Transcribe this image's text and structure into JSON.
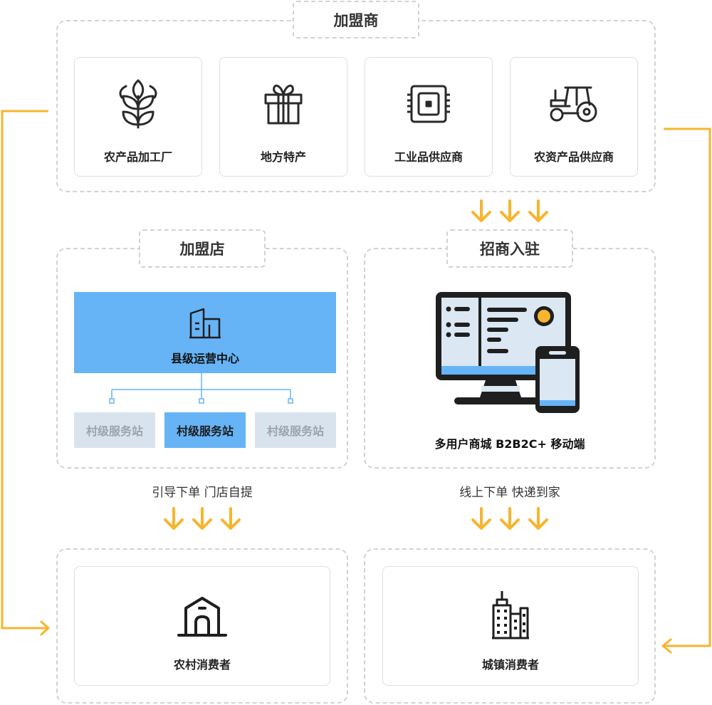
{
  "franchisees": {
    "title": "加盟商",
    "items": [
      {
        "label": "农产品加工厂",
        "icon": "wheat-icon"
      },
      {
        "label": "地方特产",
        "icon": "gift-icon"
      },
      {
        "label": "工业品供应商",
        "icon": "chip-icon"
      },
      {
        "label": "农资产品供应商",
        "icon": "tractor-icon"
      }
    ]
  },
  "franchise_store": {
    "title": "加盟店",
    "hub": {
      "label": "县级运营中心",
      "icon": "building-icon"
    },
    "stations": [
      {
        "label": "村级服务站",
        "active": false
      },
      {
        "label": "村级服务站",
        "active": true
      },
      {
        "label": "村级服务站",
        "active": false
      }
    ],
    "caption": "引导下单  门店自提"
  },
  "merchant_entry": {
    "title": "招商入驻",
    "label": "多用户商城 B2B2C+ 移动端",
    "icon": "computer-mobile-icon",
    "caption": "线上下单  快递到家"
  },
  "consumers": {
    "rural": {
      "label": "农村消费者",
      "icon": "house-icon"
    },
    "urban": {
      "label": "城镇消费者",
      "icon": "city-icon"
    }
  },
  "colors": {
    "accent": "#f7b52c",
    "hub_blue": "#66b4f6",
    "station_inactive": "#d9e3ee",
    "dash_border": "#d2d2d2"
  }
}
